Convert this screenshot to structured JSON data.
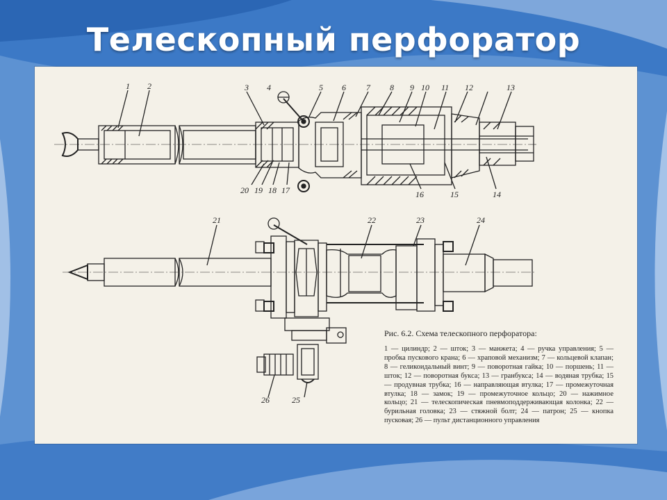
{
  "slide": {
    "title": "Телескопный перфоратор"
  },
  "caption": {
    "title": "Рис. 6.2. Схема телескопного перфоратора:",
    "text": "1 — цилиндр; 2 — шток; 3 — манжета; 4 — ручка управления; 5 — пробка пускового крана; 6 — храповой механизм; 7 — кольцевой клапан; 8 — геликоидальный винт; 9 — поворотная гайка; 10 — поршень; 11 — шток; 12 — поворотная букса; 13 — гранбукса; 14 — водяная трубка; 15 — продувная трубка; 16 — направляющая втулка; 17 — промежуточная втулка; 18 — замок; 19 — промежуточное кольцо; 20 — нажимное кольцо; 21 — телескопическая пневмоподдерживающая колонка; 22 — бурильная головка; 23 — стяжной болт; 24 — патрон; 25 — кнопка пусковая; 26 — пульт дистанционного управления"
  },
  "labels": {
    "n1": "1",
    "n2": "2",
    "n3": "3",
    "n4": "4",
    "n5": "5",
    "n6": "6",
    "n7": "7",
    "n8": "8",
    "n9": "9",
    "n10": "10",
    "n11": "11",
    "n12": "12",
    "n13": "13",
    "n14": "14",
    "n15": "15",
    "n16": "16",
    "n17": "17",
    "n18": "18",
    "n19": "19",
    "n20": "20",
    "n21": "21",
    "n22": "22",
    "n23": "23",
    "n24": "24",
    "n25": "25",
    "n26": "26"
  },
  "colors": {
    "background": "#5b8fcf",
    "paper": "#f4f1e8",
    "ink": "#222222",
    "title": "#ffffff"
  }
}
